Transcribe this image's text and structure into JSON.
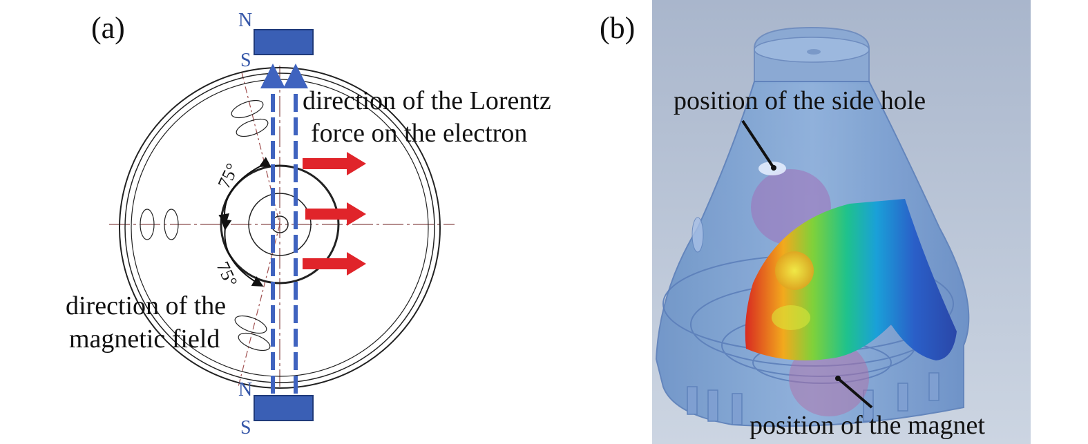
{
  "panel_a": {
    "label": "(a)",
    "pole_top_n": "N",
    "pole_top_s": "S",
    "pole_bottom_n": "N",
    "pole_bottom_s": "S",
    "lorentz_line1": "direction of the Lorentz",
    "lorentz_line2": "force on the electron",
    "field_line1": "direction of the",
    "field_line2": "magnetic field",
    "angle_top": "75°",
    "angle_bottom": "75°"
  },
  "panel_b": {
    "label": "(b)",
    "side_hole_label": "position of the side hole",
    "magnet_label": "position of the magnet"
  },
  "colors": {
    "magnet_blue": "#3a5fb5",
    "field_line_blue": "#3f63bf",
    "arrow_red": "#e0242a"
  }
}
